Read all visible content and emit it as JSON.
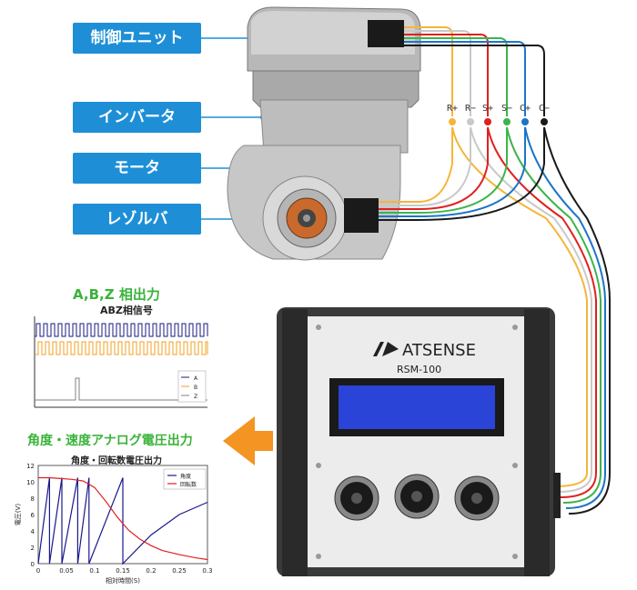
{
  "labels": {
    "control_unit": "制御ユニット",
    "inverter": "インバータ",
    "motor": "モータ",
    "resolver": "レゾルバ"
  },
  "wire_labels": [
    "R+",
    "R−",
    "S+",
    "S−",
    "C+",
    "C−"
  ],
  "wire_colors": [
    "#f5b53a",
    "#c9c9c9",
    "#e02020",
    "#3cb54a",
    "#1b75c8",
    "#1a1a1a"
  ],
  "device": {
    "brand": "ATSENSE",
    "model": "RSM-100"
  },
  "abz": {
    "heading": "A,B,Z 相出力",
    "title": "ABZ相信号",
    "legend": [
      "A",
      "B",
      "Z"
    ],
    "colors": [
      "#1a1a80",
      "#f0a020",
      "#808080"
    ]
  },
  "analog": {
    "heading": "角度・速度アナログ電圧出力",
    "title": "角度・回転数電圧出力",
    "chart_data": {
      "type": "line",
      "xlabel": "相対時間(S)",
      "ylabel": "電圧(V)",
      "xlim": [
        0,
        0.3
      ],
      "ylim": [
        0,
        12
      ],
      "x_ticks": [
        "0",
        "0.05",
        "0.1",
        "0.15",
        "0.2",
        "0.25",
        "0.3"
      ],
      "y_ticks": [
        "0",
        "2",
        "4",
        "6",
        "8",
        "10",
        "12"
      ],
      "series": [
        {
          "name": "角度",
          "color": "#1a1a8c",
          "x": [
            0,
            0.02,
            0.02,
            0.042,
            0.042,
            0.07,
            0.07,
            0.09,
            0.09,
            0.15,
            0.15,
            0.2,
            0.25,
            0.3
          ],
          "y": [
            0,
            10.5,
            0,
            10.5,
            0,
            10.5,
            0,
            10.5,
            0,
            10.5,
            0,
            3.5,
            6,
            7.5
          ]
        },
        {
          "name": "回転数",
          "color": "#e02020",
          "x": [
            0,
            0.02,
            0.04,
            0.06,
            0.08,
            0.1,
            0.12,
            0.14,
            0.16,
            0.18,
            0.2,
            0.22,
            0.25,
            0.28,
            0.3
          ],
          "y": [
            10.5,
            10.5,
            10.4,
            10.3,
            10.1,
            9.3,
            7.6,
            5.7,
            4.1,
            3.0,
            2.2,
            1.6,
            1.1,
            0.7,
            0.5
          ]
        }
      ]
    }
  }
}
